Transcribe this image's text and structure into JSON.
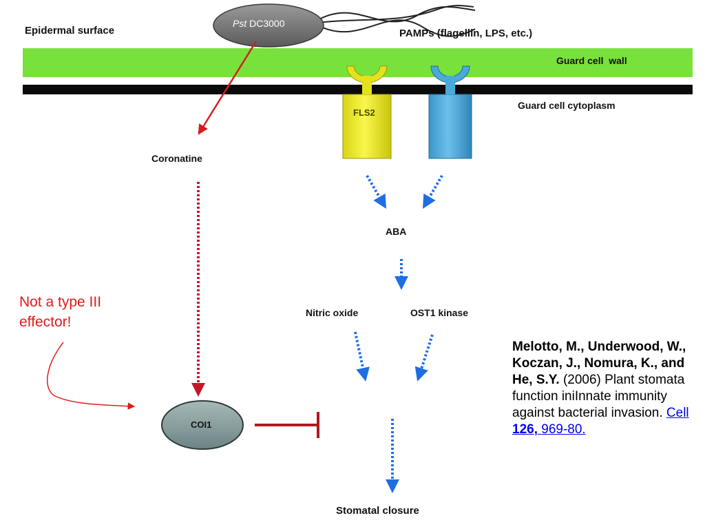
{
  "colors": {
    "membrane_green": "#79e13b",
    "membrane_black": "#0a0a0a",
    "fls2_yellow": "#f2f01c",
    "receptor_blue": "#4aa9d9",
    "arrow_red": "#d21f1f",
    "dotted_red": "#c4182a",
    "dotted_blue": "#1f6ee3",
    "note_red": "#e31a1a",
    "link_blue": "#0000ee"
  },
  "labels": {
    "epidermal_surface": "Epidermal surface",
    "pst_italic": "Pst",
    "pst_strain": "DC3000",
    "pamps": "PAMPs (flagellin, LPS, etc.)",
    "guard_cell_wall": "Guard cell  wall",
    "guard_cell_cytoplasm": "Guard cell cytoplasm",
    "fls2": "FLS2",
    "coronatine": "Coronatine",
    "aba": "ABA",
    "nitric_oxide": "Nitric oxide",
    "ost1_kinase": "OST1 kinase",
    "coi1": "COI1",
    "stomatal_closure": "Stomatal closure"
  },
  "note": {
    "line1": "Not a type III",
    "line2": "effector!"
  },
  "citation": {
    "authors": "Melotto, M., Underwood, W., Koczan, J., Nomura, K., and He, S.Y.",
    "year": "(2006)",
    "title": "Plant stomata function iniInnate immunity against bacterial invasion.",
    "journal": "Cell",
    "volume": "126,",
    "pages": "969-80."
  }
}
